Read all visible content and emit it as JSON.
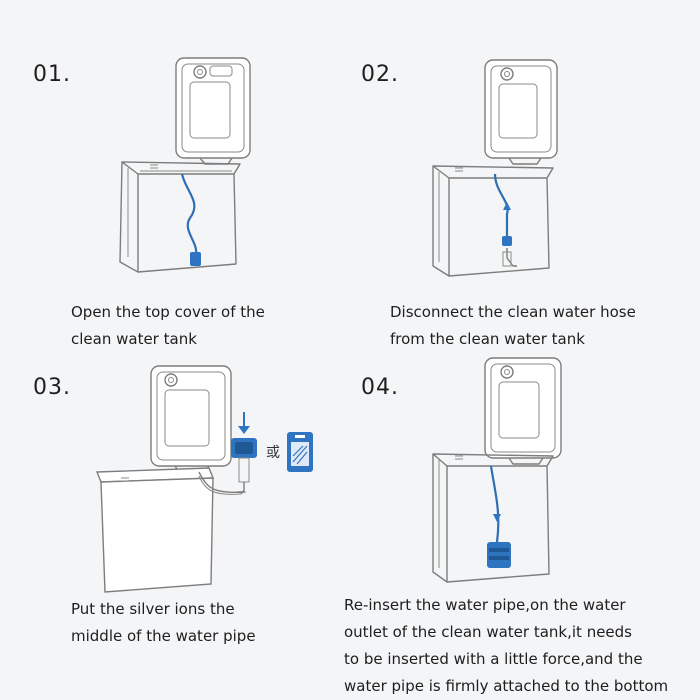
{
  "steps": [
    {
      "number": "01.",
      "caption": [
        "Open the top cover of the",
        "clean water tank"
      ]
    },
    {
      "number": "02.",
      "caption": [
        "Disconnect the clean water hose",
        "from the clean water tank"
      ]
    },
    {
      "number": "03.",
      "caption": [
        "Put the silver ions the",
        "middle of the water pipe"
      ],
      "or_label": "或"
    },
    {
      "number": "04.",
      "caption": [
        "Re-insert the water pipe,on the water",
        "outlet of the clean water tank,it needs",
        "to be inserted with a little force,and the",
        "water pipe is firmly attached to the bottom"
      ]
    }
  ],
  "colors": {
    "background": "#f4f5f7",
    "outline": "#7d7d7d",
    "accent_blue": "#2f74c0"
  }
}
